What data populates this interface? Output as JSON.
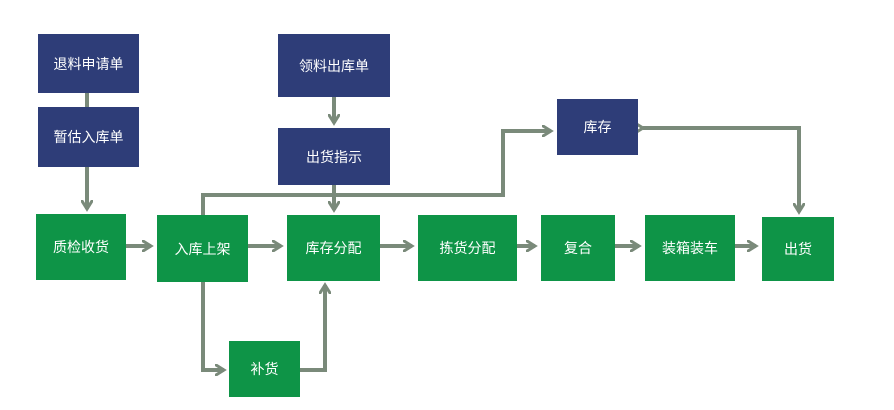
{
  "nodes": {
    "return_request": "退料申请单",
    "temp_receipt": "暂估入库单",
    "pick_out": "领料出库单",
    "ship_instruction": "出货指示",
    "inventory": "库存",
    "qc_receive": "质检收货",
    "putaway": "入库上架",
    "inventory_allocate": "库存分配",
    "pick_allocate": "拣货分配",
    "recheck": "复合",
    "pack_load": "装箱装车",
    "ship": "出货",
    "replenish": "补货"
  },
  "colors": {
    "blue": "#2e3d78",
    "green": "#0e9447",
    "connector": "#7a8a7a"
  }
}
